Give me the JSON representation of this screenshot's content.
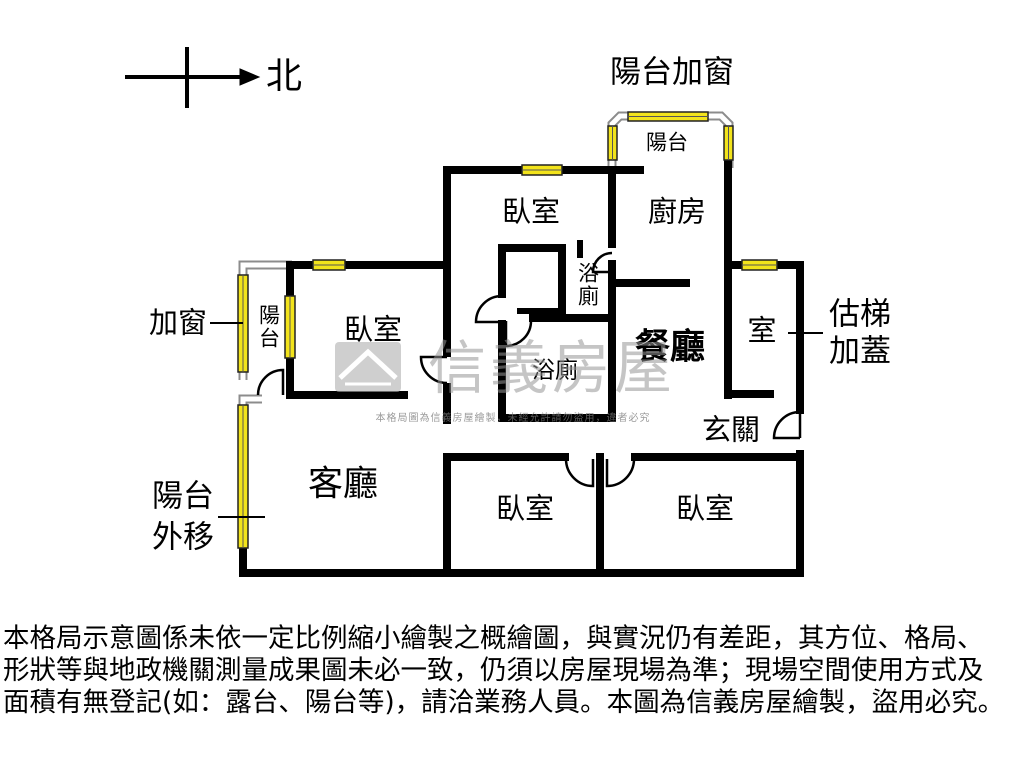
{
  "compass": {
    "label": "北",
    "icon": "north-arrow-icon"
  },
  "rooms": {
    "balcony_window_note": "陽台加窗",
    "balcony_top": "陽台",
    "bedroom_upper": "臥室",
    "kitchen": "廚房",
    "bath_small": "浴廁",
    "side_balcony": "陽台",
    "bedroom_left": "臥室",
    "bath_lower": "浴廁",
    "dining": "餐廳",
    "room_right": "室",
    "entrance": "玄關",
    "living": "客廳",
    "bedroom_bottom_mid": "臥室",
    "bedroom_bottom_right": "臥室"
  },
  "notes": {
    "add_window": "加窗",
    "stair_cover": [
      "估梯",
      "加蓋"
    ],
    "balcony_moved": [
      "陽台",
      "外移"
    ]
  },
  "watermark": {
    "brand": "信義房屋",
    "notice": "本格局圖為信義房屋繪製，未經允許請勿盜用，違者必究",
    "icon": "house-logo-icon"
  },
  "disclaimer": [
    "本格局示意圖係未依一定比例縮小繪製之概繪圖，與實況仍有差距，其方位、格局、",
    "形狀等與地政機關測量成果圖未必一致，仍須以房屋現場為準；現場空間使用方式及",
    "面積有無登記(如：露台、陽台等)，請洽業務人員。本圖為信義房屋繪製，盜用必究。"
  ],
  "colors": {
    "wall": "#000000",
    "window": "#f2e31b",
    "balcony_frame": "#8c8c8c",
    "watermark": "#b0b0b0",
    "background": "#ffffff"
  }
}
